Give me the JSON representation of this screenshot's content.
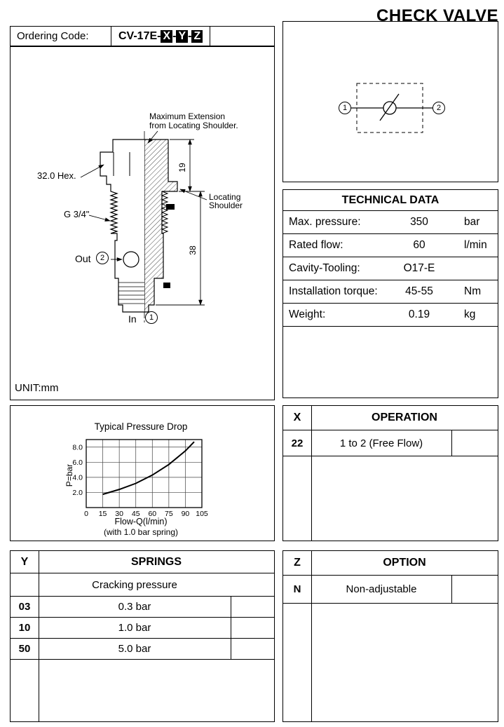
{
  "page_title": "CHECK VALVE",
  "ordering_code": {
    "label": "Ordering Code:",
    "prefix": "CV-17E-",
    "x": "X",
    "sep1": "-",
    "y": "Y",
    "sep2": "-",
    "z": "Z"
  },
  "drawing": {
    "label_max_extension_line1": "Maximum Extension",
    "label_max_extension_line2": "from Locating Shoulder.",
    "label_hex": "32.0 Hex.",
    "label_locating_line1": "Locating",
    "label_locating_line2": "Shoulder",
    "label_thread": "G 3/4\"",
    "label_out": "Out",
    "port_out": "2",
    "label_in": "In",
    "port_in": "1",
    "dim_extension": "19",
    "dim_body": "38",
    "unit_note": "UNIT:mm"
  },
  "symbol": {
    "port_1": "1",
    "port_2": "2"
  },
  "technical_data": {
    "title": "TECHNICAL DATA",
    "rows": [
      {
        "label": "Max. pressure:",
        "value": "350",
        "unit": "bar"
      },
      {
        "label": "Rated flow:",
        "value": "60",
        "unit": "l/min"
      },
      {
        "label": "Cavity-Tooling:",
        "value": "O17-E",
        "unit": ""
      },
      {
        "label": "Installation torque:",
        "value": "45-55",
        "unit": "Nm"
      },
      {
        "label": "Weight:",
        "value": "0.19",
        "unit": "kg"
      }
    ]
  },
  "chart_data": {
    "type": "line",
    "title": "Typical Pressure Drop",
    "xlabel": "Flow-Q(l/min)",
    "xnote": "(with 1.0 bar spring)",
    "ylabel": "P=bar",
    "xlim": [
      0,
      105
    ],
    "ylim": [
      0,
      9
    ],
    "x_ticks": [
      0,
      15,
      30,
      45,
      60,
      75,
      90,
      105
    ],
    "y_ticks": [
      2,
      4,
      6,
      8
    ],
    "x": [
      15,
      30,
      45,
      60,
      75,
      90,
      98
    ],
    "y": [
      1.75,
      2.4,
      3.2,
      4.3,
      5.7,
      7.5,
      8.7
    ],
    "grid": true,
    "legend": false
  },
  "operation_table": {
    "key_header": "X",
    "title": "OPERATION",
    "rows": [
      {
        "code": "22",
        "description": "1 to 2 (Free Flow)"
      }
    ]
  },
  "springs_table": {
    "key_header": "Y",
    "title": "SPRINGS",
    "subtitle": "Cracking pressure",
    "rows": [
      {
        "code": "03",
        "value": "0.3 bar"
      },
      {
        "code": "10",
        "value": "1.0 bar"
      },
      {
        "code": "50",
        "value": "5.0 bar"
      }
    ]
  },
  "option_table": {
    "key_header": "Z",
    "title": "OPTION",
    "rows": [
      {
        "code": "N",
        "description": "Non-adjustable"
      }
    ]
  }
}
